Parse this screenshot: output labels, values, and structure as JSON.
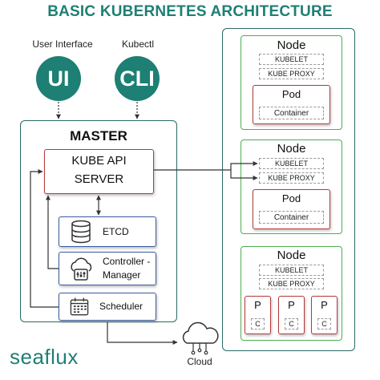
{
  "title": "BASIC KUBERNETES ARCHITECTURE",
  "clients": {
    "ui": {
      "label": "User Interface",
      "text": "UI"
    },
    "cli": {
      "label": "Kubectl",
      "text": "CLI"
    }
  },
  "master": {
    "title": "MASTER",
    "api_server": {
      "line1": "KUBE API",
      "line2": "SERVER"
    },
    "components": {
      "etcd": {
        "label": "ETCD",
        "icon": "database-icon"
      },
      "controller": {
        "line1": "Controller -",
        "line2": "Manager",
        "icon": "cloud-gear-icon"
      },
      "scheduler": {
        "label": "Scheduler",
        "icon": "calendar-icon"
      }
    }
  },
  "nodes": [
    {
      "title": "Node",
      "kubelet": "KUBELET",
      "kube_proxy": "KUBE PROXY",
      "pod": {
        "title": "Pod",
        "container": "Container"
      }
    },
    {
      "title": "Node",
      "kubelet": "KUBELET",
      "kube_proxy": "KUBE PROXY",
      "pod": {
        "title": "Pod",
        "container": "Container"
      }
    },
    {
      "title": "Node",
      "kubelet": "KUBELET",
      "kube_proxy": "KUBE PROXY",
      "pods": [
        {
          "title": "P",
          "container": "C"
        },
        {
          "title": "P",
          "container": "C"
        },
        {
          "title": "P",
          "container": "C"
        }
      ]
    }
  ],
  "cloud": {
    "label": "Cloud",
    "icon": "cloud-icon"
  },
  "brand": "seaflux",
  "colors": {
    "teal": "#1e7f74",
    "red_border": "#b53a3a",
    "blue_border": "#3a5aa0",
    "node_green": "#4caf50"
  }
}
